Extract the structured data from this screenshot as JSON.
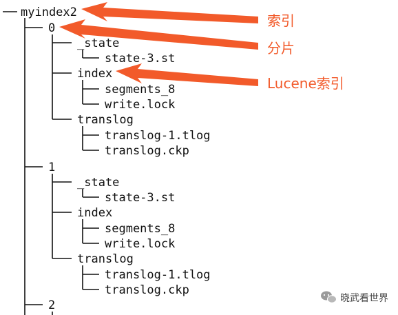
{
  "tree": {
    "root": "myindex2",
    "shards": [
      {
        "name": "0",
        "folders": [
          {
            "name": "_state",
            "files": [
              "state-3.st"
            ]
          },
          {
            "name": "index",
            "files": [
              "segments_8",
              "write.lock"
            ]
          },
          {
            "name": "translog",
            "files": [
              "translog-1.tlog",
              "translog.ckp"
            ]
          }
        ]
      },
      {
        "name": "1",
        "folders": [
          {
            "name": "_state",
            "files": [
              "state-3.st"
            ]
          },
          {
            "name": "index",
            "files": [
              "segments_8",
              "write.lock"
            ]
          },
          {
            "name": "translog",
            "files": [
              "translog-1.tlog",
              "translog.ckp"
            ]
          }
        ]
      },
      {
        "name": "2",
        "folders": []
      }
    ]
  },
  "annotations": {
    "index_label": "索引",
    "shard_label": "分片",
    "lucene_label": "Lucene索引"
  },
  "watermark": {
    "text": "晓武看世界",
    "icon": "wechat-icon"
  },
  "colors": {
    "accent": "#f25a2a",
    "text": "#111111"
  }
}
